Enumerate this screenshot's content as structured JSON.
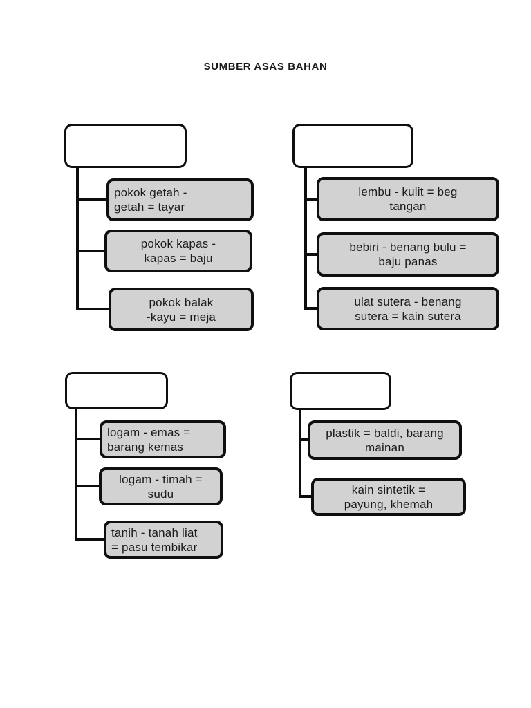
{
  "page": {
    "title": "SUMBER ASAS BAHAN",
    "background_color": "#ffffff"
  },
  "colors": {
    "child_box_fill": "#d2d2d2",
    "box_border": "#0f0f0f",
    "parent_box_fill": "#ffffff",
    "text": "#1b1b1b",
    "connector": "#0d0d0d"
  },
  "trees": [
    {
      "parent_label": "",
      "children": [
        {
          "label": "pokok getah -\ngetah = tayar",
          "align": "left"
        },
        {
          "label": "pokok kapas -\nkapas = baju",
          "align": "center"
        },
        {
          "label": "pokok balak\n-kayu = meja",
          "align": "center"
        }
      ]
    },
    {
      "parent_label": "",
      "children": [
        {
          "label": "lembu - kulit = beg\ntangan",
          "align": "center"
        },
        {
          "label": "bebiri - benang bulu =\nbaju panas",
          "align": "center"
        },
        {
          "label": "ulat sutera - benang\nsutera = kain sutera",
          "align": "center"
        }
      ]
    },
    {
      "parent_label": "",
      "children": [
        {
          "label": "logam - emas =\nbarang kemas",
          "align": "left"
        },
        {
          "label": "logam - timah =\nsudu",
          "align": "center"
        },
        {
          "label": "tanih - tanah liat\n= pasu tembikar",
          "align": "left"
        }
      ]
    },
    {
      "parent_label": "",
      "children": [
        {
          "label": "plastik = baldi, barang\nmainan",
          "align": "center"
        },
        {
          "label": "kain sintetik =\npayung, khemah",
          "align": "center"
        }
      ]
    }
  ]
}
